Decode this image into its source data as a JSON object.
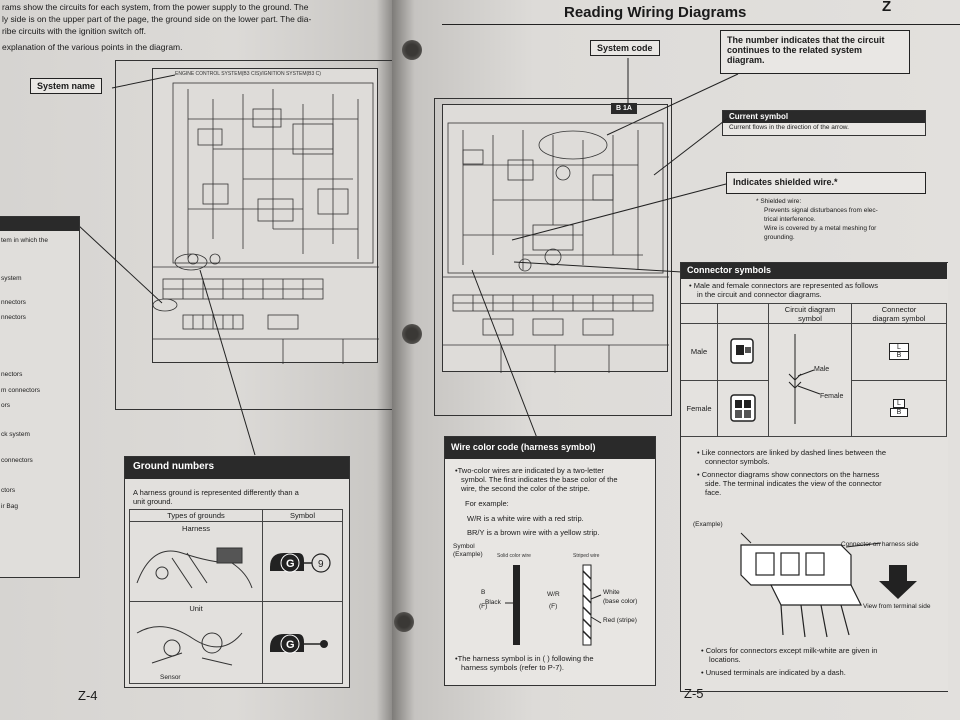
{
  "left_page": {
    "intro_lines": [
      "rams show the circuits for each system, from the power supply to the ground. The",
      "ly side is on the upper part of the page, the ground side on the lower part. The dia-",
      "ribe circuits with the ignition switch off.",
      "explanation of the various points in the diagram."
    ],
    "system_name_label": "System name",
    "diagram_title": "ENGINE CONTROL SYSTEM(B3 CIS)/IGNITION SYSTEM(B3 C)",
    "side_items": [
      "tem in which the",
      "system",
      "nnectors",
      "nnectors",
      "nectors",
      "m connectors",
      "ors",
      "ck system",
      "connectors",
      "ctors",
      "ir Bag"
    ],
    "ground": {
      "title": "Ground numbers",
      "desc_1": "A harness ground is represented differently than a",
      "desc_2": "unit ground.",
      "col_types": "Types of grounds",
      "col_symbol": "Symbol",
      "row_harness": "Harness",
      "row_unit": "Unit",
      "sensor_label": "Sensor",
      "symbol_letter": "G",
      "symbol_number": "9"
    },
    "page_number": "Z-4"
  },
  "right_page": {
    "header": "Reading Wiring Diagrams",
    "header_corner": "Z",
    "system_code_label": "System code",
    "system_code_value": "B 1A",
    "continue_box": [
      "The number indicates that the circuit",
      "continues to the related system",
      "diagram."
    ],
    "current_symbol": {
      "title": "Current symbol",
      "desc": "Current flows in the direction of the arrow."
    },
    "shielded": {
      "title": "Indicates shielded wire.*",
      "lines": [
        "* Shielded wire:",
        "Prevents signal disturbances from elec-",
        "trical interference.",
        "Wire is covered by a metal meshing for",
        "grounding."
      ]
    },
    "connector": {
      "title": "Connector symbols",
      "bullet": [
        "• Male and female connectors are represented as follows",
        "in the circuit and connector diagrams."
      ],
      "col_circuit": [
        "Circuit diagram",
        "symbol"
      ],
      "col_connector": [
        "Connector",
        "diagram symbol"
      ],
      "row_male": "Male",
      "row_female": "Female",
      "male_label": "Male",
      "female_label": "Female",
      "pin_top": "L",
      "pin_bottom": "B",
      "bullets": [
        [
          "• Like connectors are linked by dashed lines between the",
          "connector symbols."
        ],
        [
          "• Connector diagrams show connectors on the harness",
          "side. The terminal indicates the view of the connector",
          "face."
        ]
      ],
      "example": "(Example)",
      "harness_side": "Connector on harness side",
      "view_terminal": "View from terminal side",
      "footer_bullets": [
        [
          "• Colors for connectors except milk-white are given in",
          "locations."
        ],
        [
          "• Unused terminals are indicated by a dash."
        ]
      ]
    },
    "wire_color": {
      "title": "Wire color code (harness symbol)",
      "lines": [
        "•Two-color wires are indicated by a two-letter",
        "symbol. The first indicates the base color of the",
        "wire, the second the color of the stripe."
      ],
      "for_example": "For example:",
      "ex1": "W/R is a white wire with a red strip.",
      "ex2": "BR/Y is a brown wire with a yellow strip.",
      "symbol_label": [
        "Symbol",
        "(Example)"
      ],
      "solid_label": "Solid color wire",
      "striped_label": "Striped wire",
      "solid_code": [
        "B",
        "(F)"
      ],
      "solid_name": "Black",
      "striped_code": [
        "W/R",
        "(F)"
      ],
      "white_label": [
        "White",
        "(base color)"
      ],
      "red_label": "Red (stripe)",
      "footer": [
        "•The harness symbol is in ( ) following the",
        "harness symbols (refer to P-7)."
      ]
    },
    "page_number": "Z-5"
  }
}
